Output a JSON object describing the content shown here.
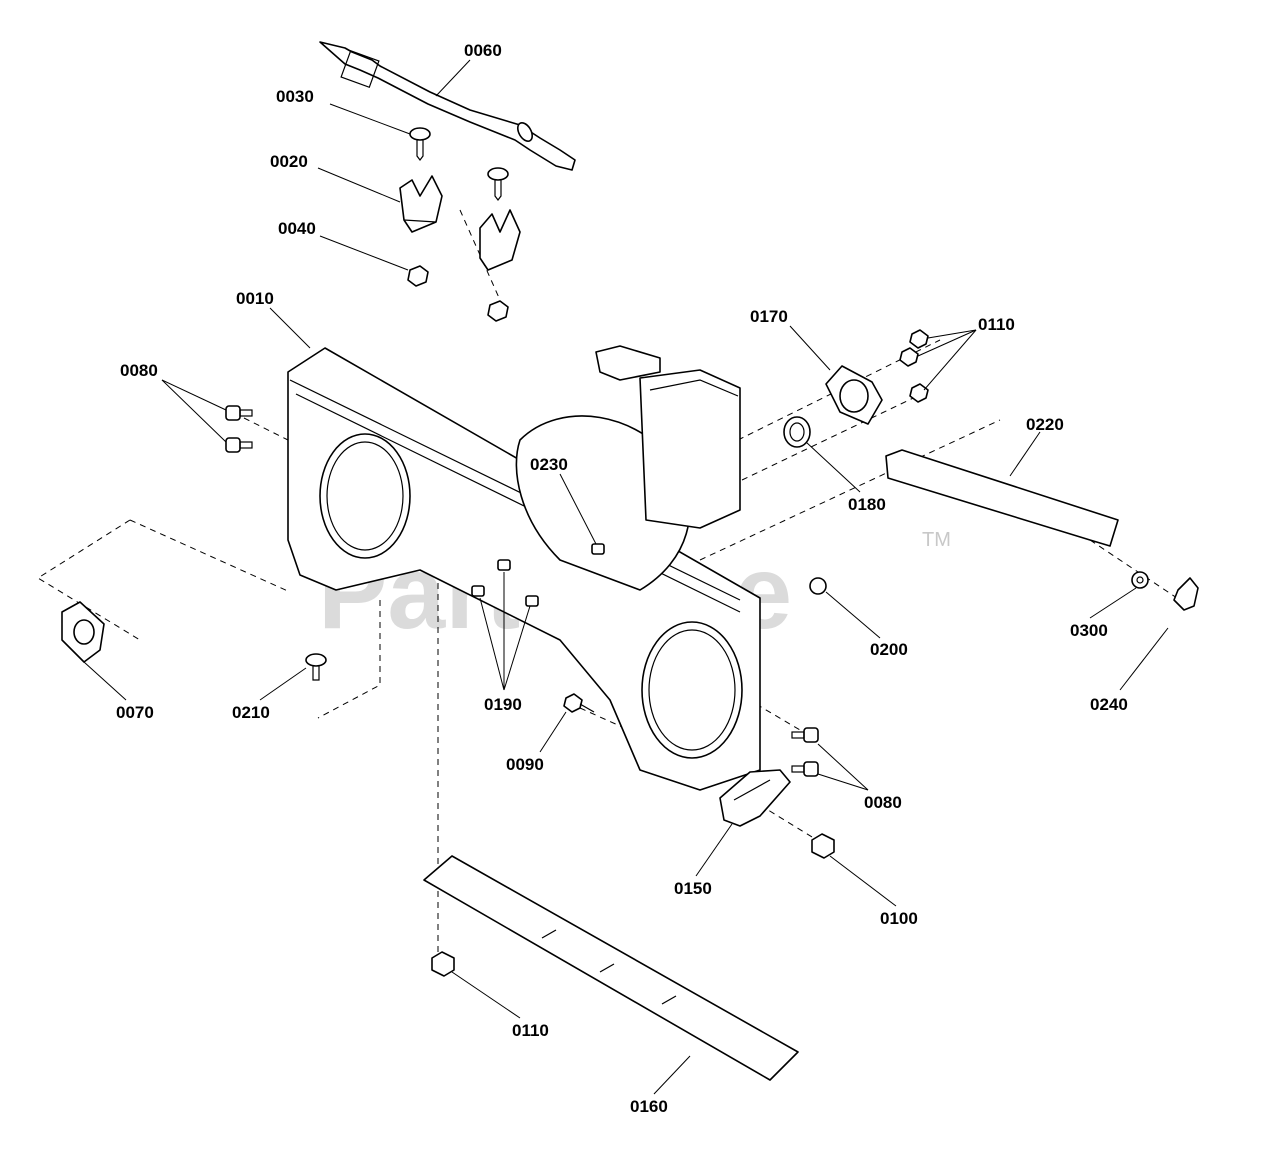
{
  "watermark": {
    "text": "PartsTree",
    "trademark": "TM"
  },
  "callouts": [
    {
      "id": "0060",
      "label": "0060"
    },
    {
      "id": "0030",
      "label": "0030"
    },
    {
      "id": "0020",
      "label": "0020"
    },
    {
      "id": "0040",
      "label": "0040"
    },
    {
      "id": "0010",
      "label": "0010"
    },
    {
      "id": "0170",
      "label": "0170"
    },
    {
      "id": "0110a",
      "label": "0110"
    },
    {
      "id": "0080a",
      "label": "0080"
    },
    {
      "id": "0220",
      "label": "0220"
    },
    {
      "id": "0230",
      "label": "0230"
    },
    {
      "id": "0180",
      "label": "0180"
    },
    {
      "id": "0200",
      "label": "0200"
    },
    {
      "id": "0300",
      "label": "0300"
    },
    {
      "id": "0240",
      "label": "0240"
    },
    {
      "id": "0070",
      "label": "0070"
    },
    {
      "id": "0210",
      "label": "0210"
    },
    {
      "id": "0190",
      "label": "0190"
    },
    {
      "id": "0090",
      "label": "0090"
    },
    {
      "id": "0080b",
      "label": "0080"
    },
    {
      "id": "0150",
      "label": "0150"
    },
    {
      "id": "0100",
      "label": "0100"
    },
    {
      "id": "0110b",
      "label": "0110"
    },
    {
      "id": "0160",
      "label": "0160"
    }
  ]
}
